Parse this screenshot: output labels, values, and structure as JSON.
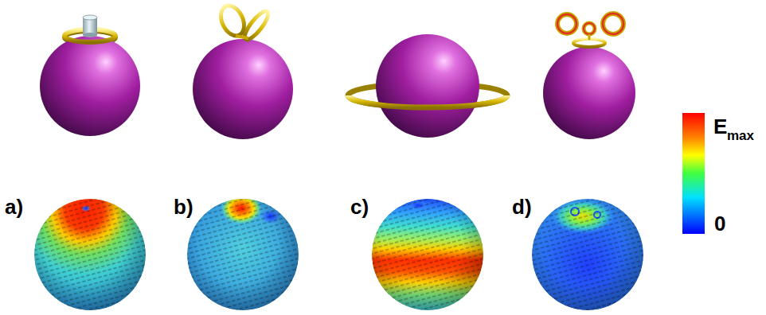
{
  "diagram": {
    "labels": [
      "a)",
      "b)",
      "c)",
      "d)",
      "E",
      "max",
      "0"
    ]
  }
}
